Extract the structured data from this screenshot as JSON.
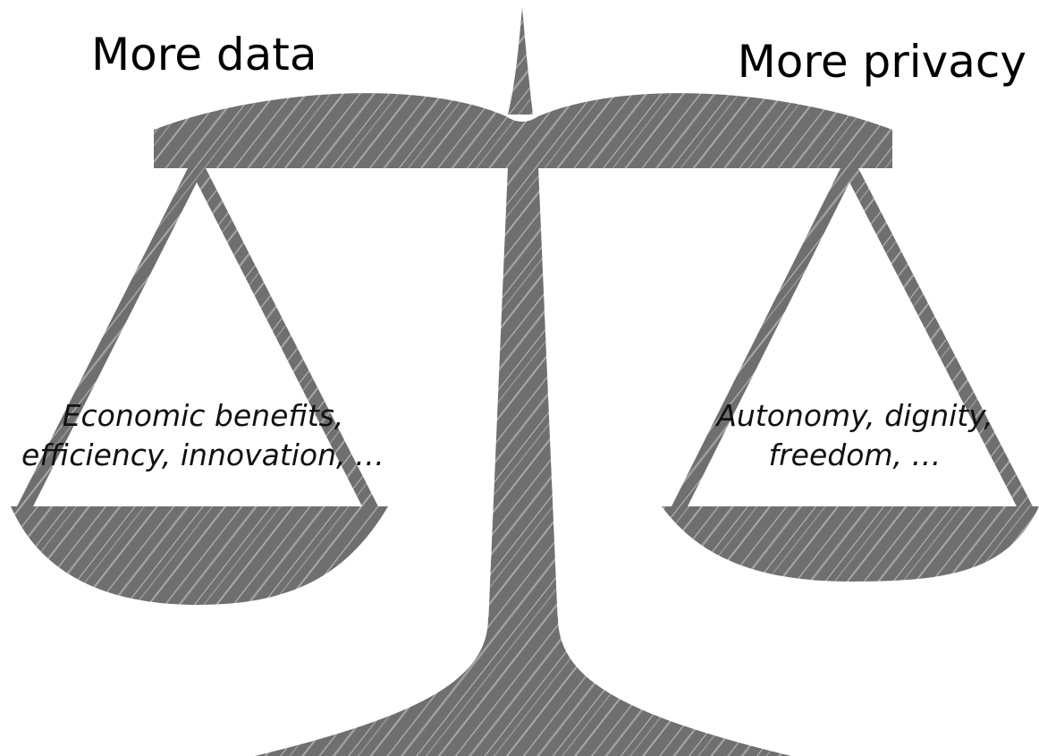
{
  "headings": {
    "left": "More data",
    "right": "More privacy"
  },
  "left_pan": {
    "lines": [
      "Economic benefits,",
      "efficiency, innovation, …"
    ]
  },
  "right_pan": {
    "lines": [
      "Autonomy, dignity,",
      "freedom, …"
    ]
  },
  "colors": {
    "scale_fill": "#6f6f6f",
    "scale_streak": "#d8d8d8",
    "text": "#000000",
    "background": "#ffffff"
  }
}
